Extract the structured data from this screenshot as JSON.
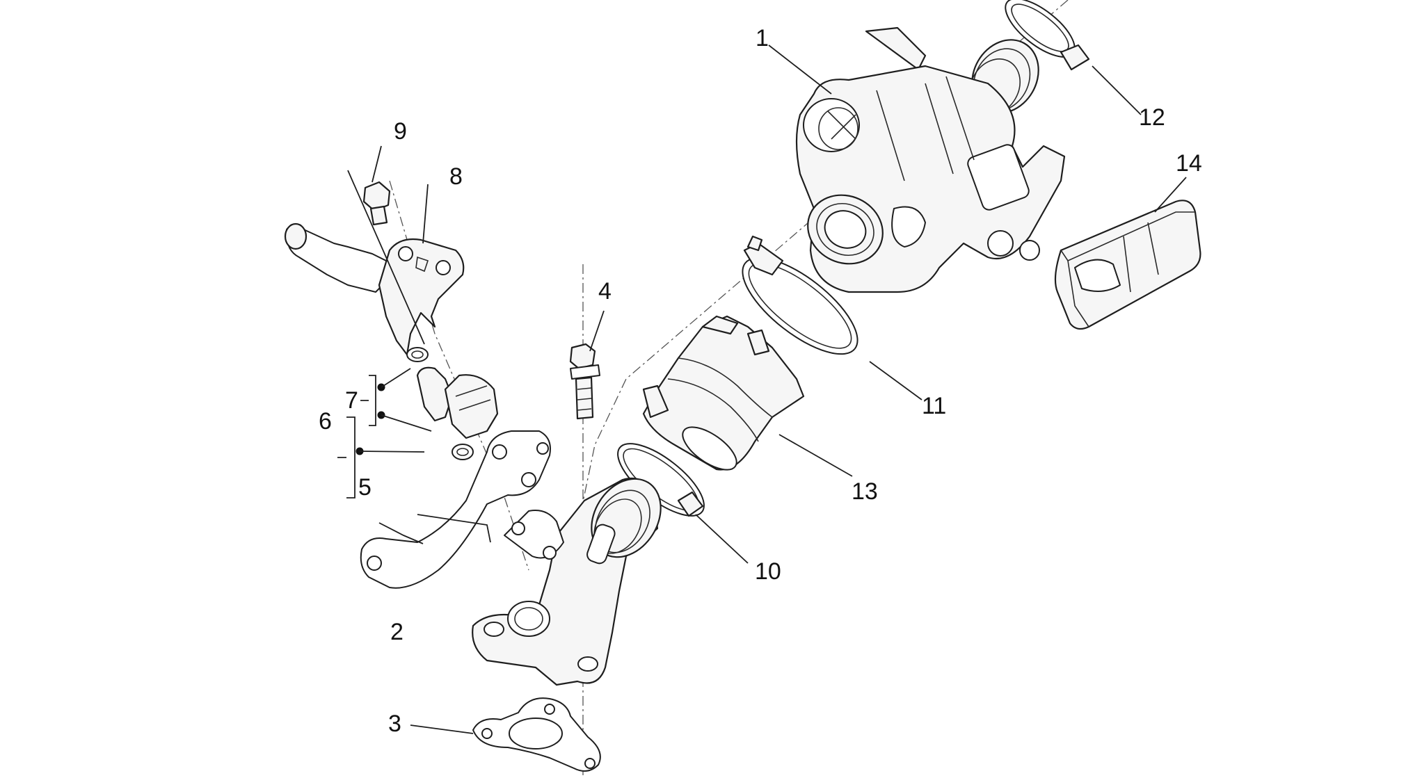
{
  "diagram": {
    "callouts": [
      {
        "id": "1",
        "text": "1"
      },
      {
        "id": "2",
        "text": "2"
      },
      {
        "id": "3",
        "text": "3"
      },
      {
        "id": "4",
        "text": "4"
      },
      {
        "id": "5",
        "text": "5"
      },
      {
        "id": "6",
        "text": "6"
      },
      {
        "id": "7",
        "text": "7"
      },
      {
        "id": "8",
        "text": "8"
      },
      {
        "id": "9",
        "text": "9"
      },
      {
        "id": "10",
        "text": "10"
      },
      {
        "id": "11",
        "text": "11"
      },
      {
        "id": "12",
        "text": "12"
      },
      {
        "id": "13",
        "text": "13"
      },
      {
        "id": "14",
        "text": "14"
      }
    ],
    "parts": [
      "throttle-body",
      "intake-manifold",
      "manifold-gasket",
      "manifold-screw",
      "support-bracket",
      "injector-kit",
      "injector-seals",
      "injector-holder",
      "holder-screw",
      "clamp-small",
      "clamp-large",
      "clamp-top",
      "rubber-sleeve",
      "electronic-control-unit"
    ]
  }
}
